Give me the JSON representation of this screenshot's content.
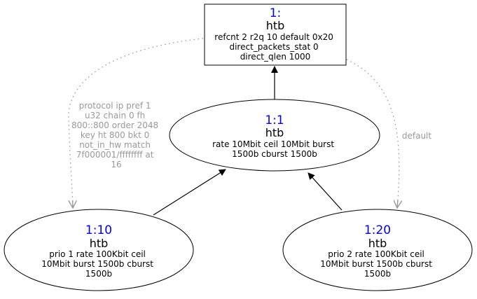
{
  "colors": {
    "class_id": "#0000ee",
    "text": "#000000",
    "filter_edge": "#999999",
    "hierarchy_edge": "#000000",
    "background": "#ffffff"
  },
  "nodes": {
    "root": {
      "id": "1:",
      "kind": "htb",
      "lines": [
        "refcnt 2 r2q 10 default 0x20",
        "direct_packets_stat 0",
        "direct_qlen 1000"
      ]
    },
    "class_1_1": {
      "id": "1:1",
      "kind": "htb",
      "lines": [
        "rate 10Mbit ceil 10Mbit burst",
        "1500b cburst 1500b"
      ]
    },
    "class_1_10": {
      "id": "1:10",
      "kind": "htb",
      "lines": [
        "prio 1 rate 100Kbit ceil",
        "10Mbit burst 1500b cburst",
        "1500b"
      ]
    },
    "class_1_20": {
      "id": "1:20",
      "kind": "htb",
      "lines": [
        "prio 2 rate 100Kbit ceil",
        "10Mbit burst 1500b cburst",
        "1500b"
      ]
    }
  },
  "edges": {
    "filter_label_lines": [
      "protocol ip pref 1",
      "u32 chain 0 fh",
      "800::800 order 2048",
      "key ht 800 bkt 0",
      "not_in_hw match",
      "7f000001/ffffffff at",
      "16"
    ],
    "default_label": "default"
  }
}
